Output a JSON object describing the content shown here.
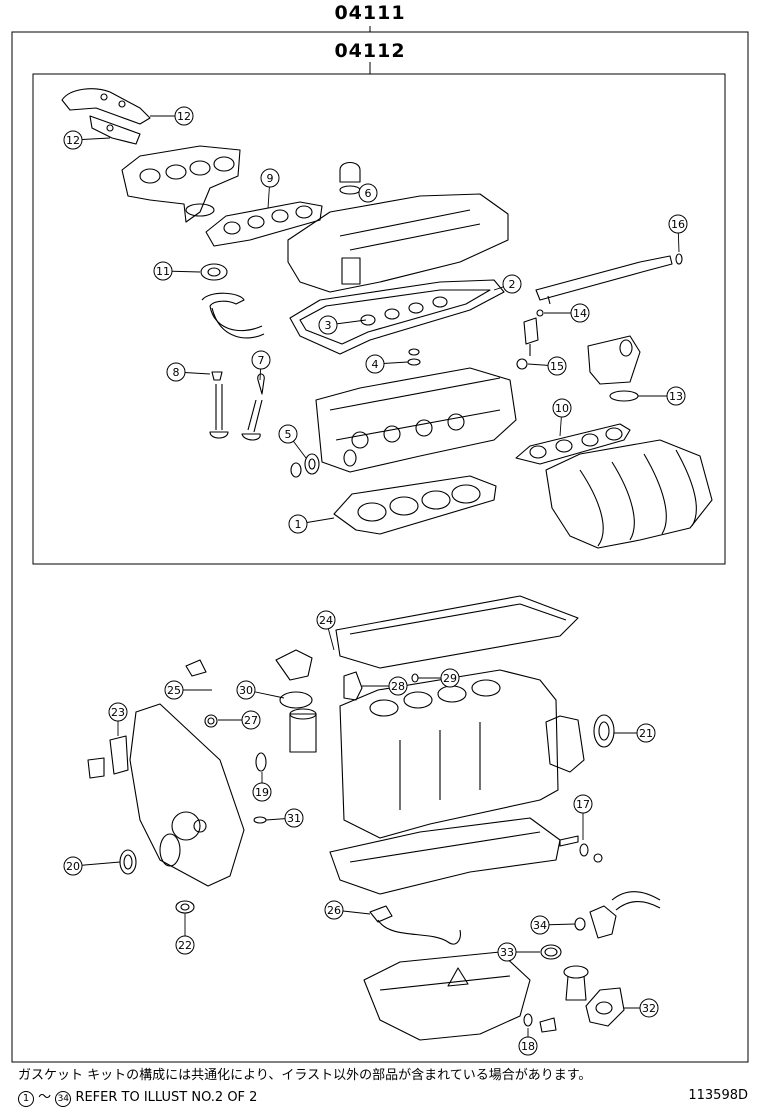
{
  "kits": {
    "outer": {
      "part_no": "04111"
    },
    "inner": {
      "part_no": "04112"
    }
  },
  "callouts": [
    {
      "id": "c1",
      "label": "1"
    },
    {
      "id": "c2",
      "label": "2"
    },
    {
      "id": "c3",
      "label": "3"
    },
    {
      "id": "c4",
      "label": "4"
    },
    {
      "id": "c5",
      "label": "5"
    },
    {
      "id": "c6",
      "label": "6"
    },
    {
      "id": "c7",
      "label": "7"
    },
    {
      "id": "c8",
      "label": "8"
    },
    {
      "id": "c9",
      "label": "9"
    },
    {
      "id": "c10",
      "label": "10"
    },
    {
      "id": "c11",
      "label": "11"
    },
    {
      "id": "c12a",
      "label": "12"
    },
    {
      "id": "c12b",
      "label": "12"
    },
    {
      "id": "c13",
      "label": "13"
    },
    {
      "id": "c14",
      "label": "14"
    },
    {
      "id": "c15",
      "label": "15"
    },
    {
      "id": "c16",
      "label": "16"
    },
    {
      "id": "c17",
      "label": "17"
    },
    {
      "id": "c18",
      "label": "18"
    },
    {
      "id": "c19",
      "label": "19"
    },
    {
      "id": "c20",
      "label": "20"
    },
    {
      "id": "c21",
      "label": "21"
    },
    {
      "id": "c22",
      "label": "22"
    },
    {
      "id": "c23",
      "label": "23"
    },
    {
      "id": "c24",
      "label": "24"
    },
    {
      "id": "c25",
      "label": "25"
    },
    {
      "id": "c26",
      "label": "26"
    },
    {
      "id": "c27",
      "label": "27"
    },
    {
      "id": "c28",
      "label": "28"
    },
    {
      "id": "c29",
      "label": "29"
    },
    {
      "id": "c30",
      "label": "30"
    },
    {
      "id": "c31",
      "label": "31"
    },
    {
      "id": "c32",
      "label": "32"
    },
    {
      "id": "c33",
      "label": "33"
    },
    {
      "id": "c34",
      "label": "34"
    }
  ],
  "notes": {
    "jp": "ガスケット キットの構成には共通化により、イラスト以外の部品が含まれている場合があります。",
    "en_range_start": "1",
    "en_range_sep": "〜",
    "en_range_end": "34",
    "en_text": "REFER TO ILLUST NO.2 OF 2"
  },
  "figure_code": "113598D"
}
